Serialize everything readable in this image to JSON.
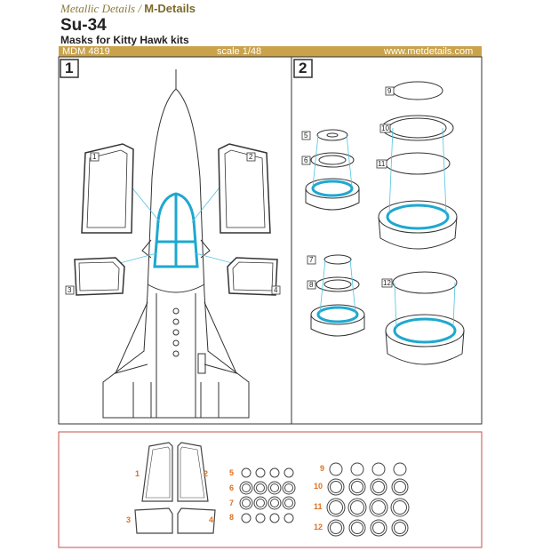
{
  "header": {
    "brand_left": "Metallic Details",
    "brand_sep": " / ",
    "brand_right": "M-Details",
    "title": "Su-34",
    "subtitle": "Masks for Kitty Hawk kits"
  },
  "info_bar": {
    "code": "MDM 4819",
    "scale": "scale 1/48",
    "website": "www.metdetails.com"
  },
  "steps": [
    "1",
    "2"
  ],
  "canopy_parts": [
    "1",
    "2",
    "3",
    "4"
  ],
  "wheel_parts": [
    "5",
    "6",
    "7",
    "8",
    "9",
    "10",
    "11",
    "12"
  ],
  "colors": {
    "brand_gold": "#c9a24a",
    "mask_cyan": "#1ea8d0",
    "frame_red": "#c0504d",
    "part_orange": "#e07020",
    "line": "#333333"
  }
}
